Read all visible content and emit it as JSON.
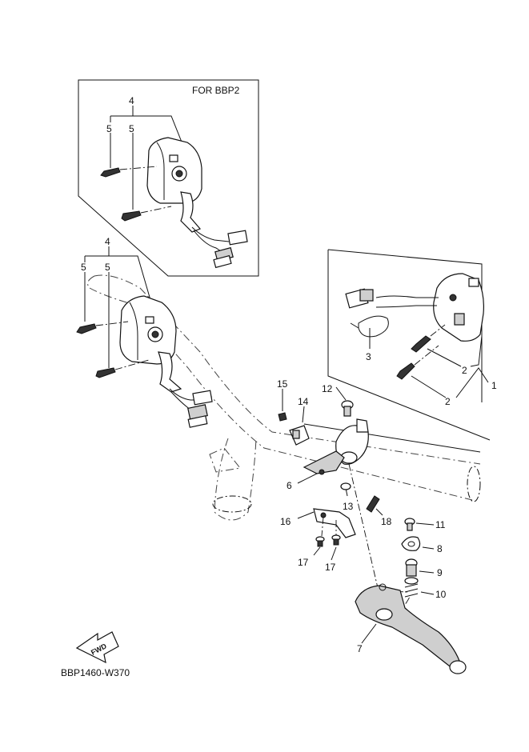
{
  "inset_title": "FOR BBP2",
  "diagram_code": "BBP1460-W370",
  "fwd_label": "FWD",
  "callouts": [
    {
      "id": "c4a",
      "text": "4"
    },
    {
      "id": "c5a",
      "text": "5"
    },
    {
      "id": "c5b",
      "text": "5"
    },
    {
      "id": "c4b",
      "text": "4"
    },
    {
      "id": "c5c",
      "text": "5"
    },
    {
      "id": "c5d",
      "text": "5"
    },
    {
      "id": "c1",
      "text": "1"
    },
    {
      "id": "c2a",
      "text": "2"
    },
    {
      "id": "c2b",
      "text": "2"
    },
    {
      "id": "c3",
      "text": "3"
    },
    {
      "id": "c15",
      "text": "15"
    },
    {
      "id": "c12",
      "text": "12"
    },
    {
      "id": "c14",
      "text": "14"
    },
    {
      "id": "c6",
      "text": "6"
    },
    {
      "id": "c13",
      "text": "13"
    },
    {
      "id": "c18",
      "text": "18"
    },
    {
      "id": "c16",
      "text": "16"
    },
    {
      "id": "c17a",
      "text": "17"
    },
    {
      "id": "c17b",
      "text": "17"
    },
    {
      "id": "c11",
      "text": "11"
    },
    {
      "id": "c8",
      "text": "8"
    },
    {
      "id": "c9",
      "text": "9"
    },
    {
      "id": "c10",
      "text": "10"
    },
    {
      "id": "c7",
      "text": "7"
    }
  ]
}
